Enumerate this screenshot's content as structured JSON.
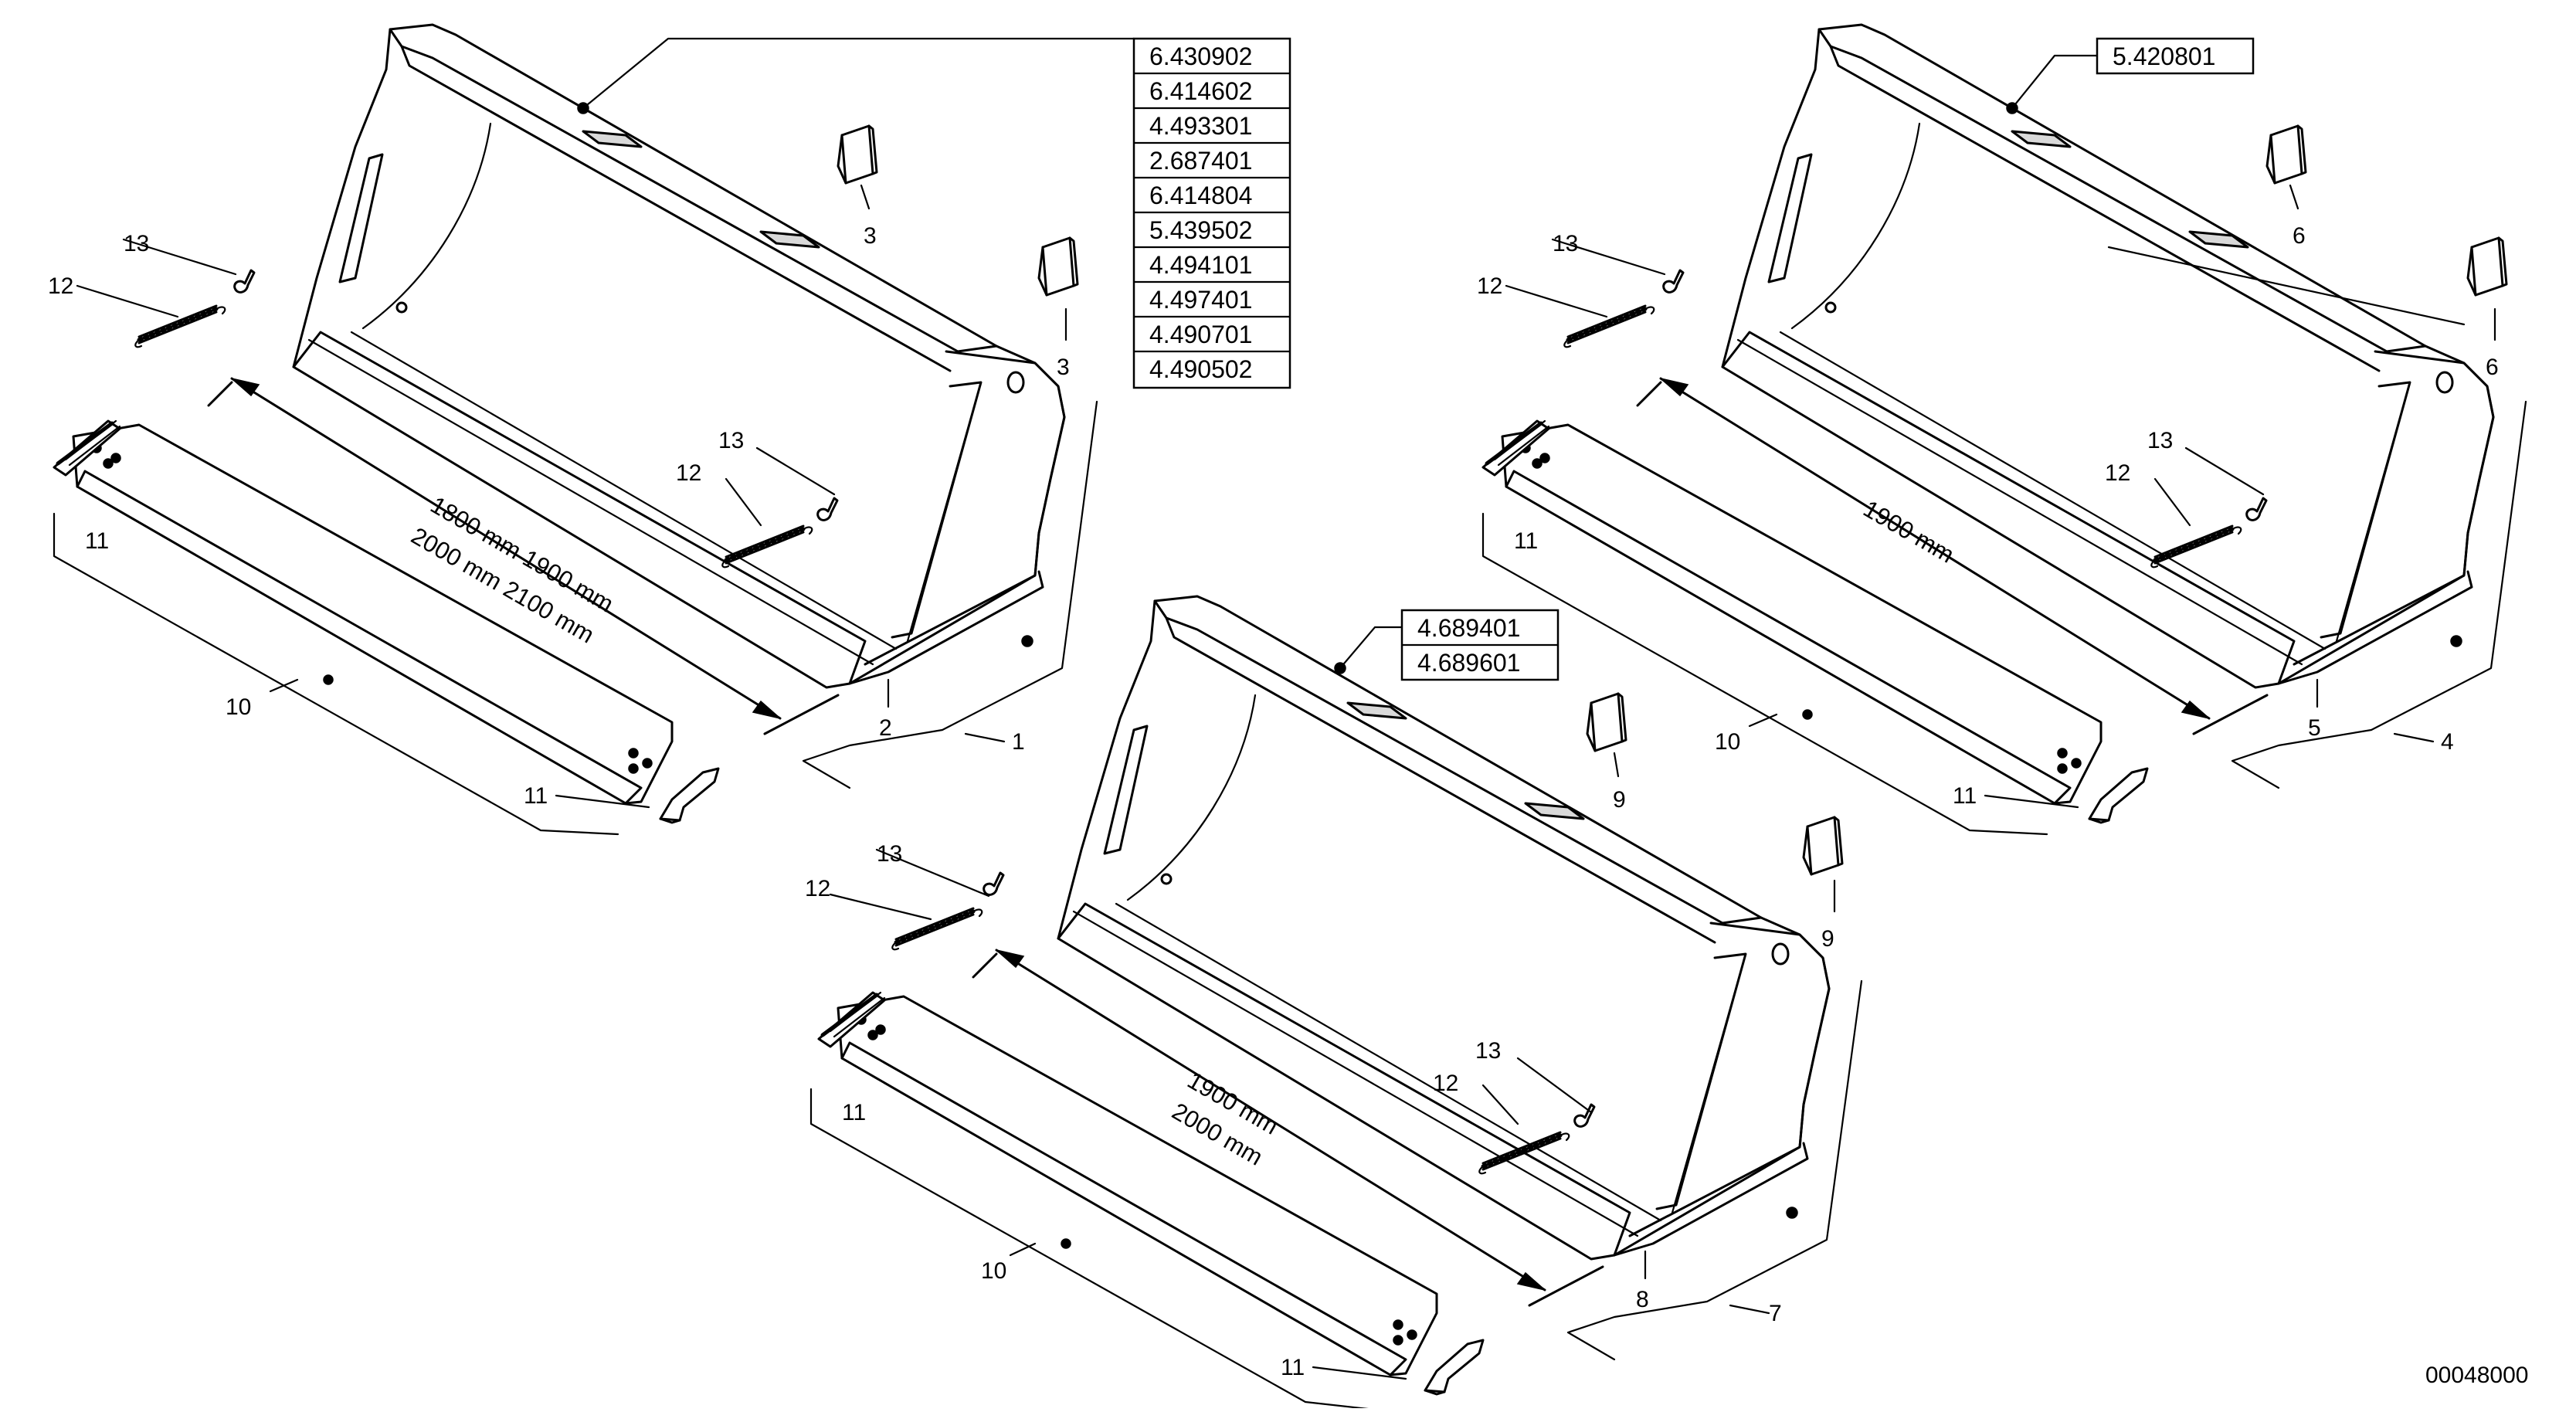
{
  "drawing_id": "00048000",
  "assemblies": [
    {
      "id": "bucket-1",
      "assembly_label": "1",
      "bucket_label": "2",
      "wear_plate_labels": [
        "3",
        "3"
      ],
      "part_numbers": [
        "6.430902",
        "6.414602",
        "4.493301",
        "2.687401",
        "6.414804",
        "5.439502",
        "4.494101",
        "4.497401",
        "4.490701",
        "4.490502"
      ],
      "dimension_line_1": "1800 mm  1900 mm",
      "dimension_line_2": "2000 mm  2100 mm",
      "cutting_edge_label": "10",
      "clamp_labels": [
        "11",
        "11"
      ],
      "spring_labels": [
        "12",
        "12"
      ],
      "hook_labels": [
        "13",
        "13"
      ]
    },
    {
      "id": "bucket-2",
      "assembly_label": "4",
      "bucket_label": "5",
      "wear_plate_labels": [
        "6",
        "6"
      ],
      "part_numbers": [
        "5.420801"
      ],
      "dimension_line_1": "1900 mm",
      "dimension_line_2": "",
      "cutting_edge_label": "10",
      "clamp_labels": [
        "11",
        "11"
      ],
      "spring_labels": [
        "12",
        "12"
      ],
      "hook_labels": [
        "13",
        "13"
      ]
    },
    {
      "id": "bucket-3",
      "assembly_label": "7",
      "bucket_label": "8",
      "wear_plate_labels": [
        "9",
        "9"
      ],
      "part_numbers": [
        "4.689401",
        "4.689601"
      ],
      "dimension_line_1": "1900 mm",
      "dimension_line_2": "2000 mm",
      "cutting_edge_label": "10",
      "clamp_labels": [
        "11",
        "11"
      ],
      "spring_labels": [
        "12",
        "12"
      ],
      "hook_labels": [
        "13",
        "13"
      ]
    }
  ]
}
